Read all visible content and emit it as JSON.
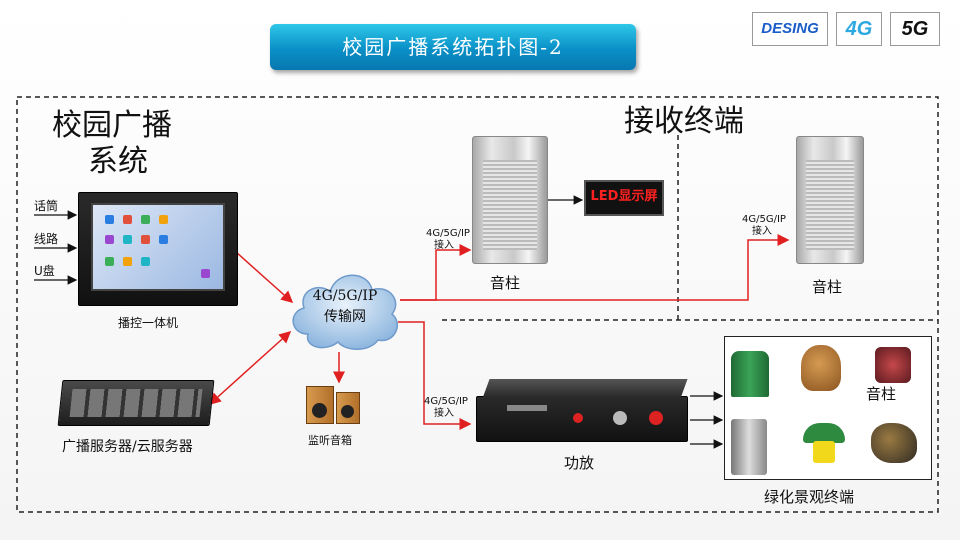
{
  "title": "校园广播系统拓扑图-2",
  "logos": {
    "brand": "DESING",
    "g4": "4G",
    "g5": "5G"
  },
  "left_heading": {
    "line1": "校园广播",
    "line2": "系统"
  },
  "right_heading": "接收终端",
  "inputs": [
    "话筒",
    "线路",
    "U盘"
  ],
  "controller_label": "播控一体机",
  "server_label": "广播服务器/云服务器",
  "cloud": {
    "line1": "4G/5G/IP",
    "line2": "传输网"
  },
  "monitor_label": "监听音箱",
  "speaker1_label": "音柱",
  "led_label": "LED显示屏",
  "speaker2_label": "音柱",
  "access_label": {
    "line1": "4G/5G/IP",
    "line2": "接入"
  },
  "amp_label": "功放",
  "garden_speaker_label": "音柱",
  "garden_terminal_label": "绿化景观终端",
  "colors": {
    "arrow_red": "#e02020",
    "title_blue": "#0a90c7",
    "led_text": "#ff2020"
  }
}
